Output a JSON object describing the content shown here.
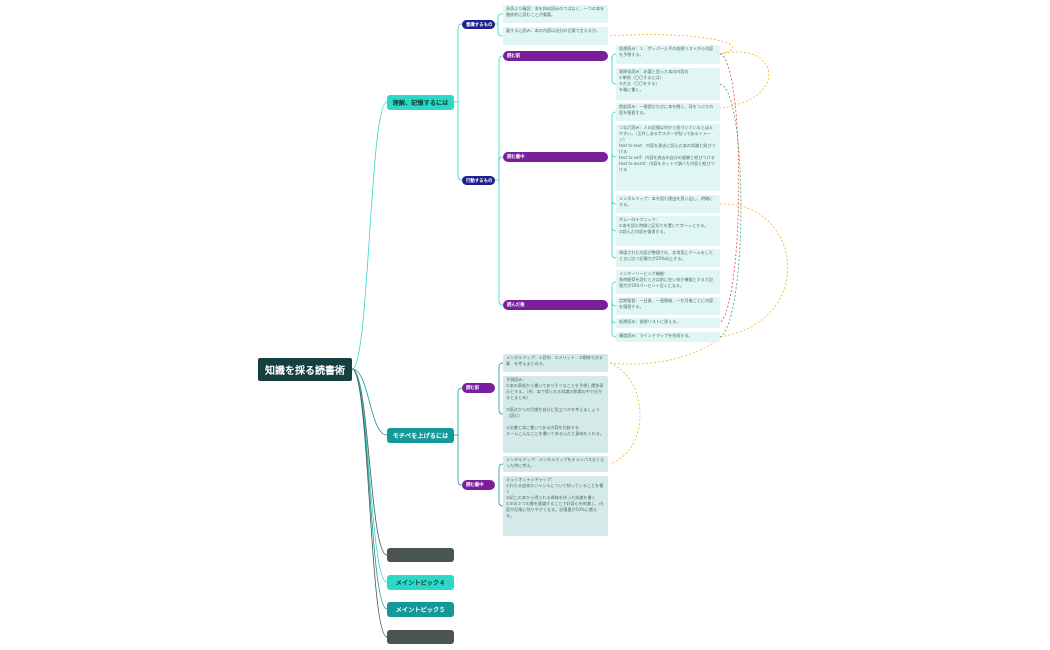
{
  "root": {
    "label": "知識を採る読書術"
  },
  "topics": {
    "understand": {
      "label": "理解、記憶するには"
    },
    "motivation": {
      "label": "モチベを上げるには"
    },
    "t3": {
      "label": ""
    },
    "t4": {
      "label": "メイントピック４"
    },
    "t5": {
      "label": "メイントピック５"
    },
    "t6": {
      "label": ""
    }
  },
  "subs": {
    "awareness": "意識するもの",
    "action": "行動するもの",
    "before1": "読む前",
    "during1": "読む最中",
    "after1": "読んだ後",
    "before2": "読む前",
    "during2": "読む最中"
  },
  "leaves": {
    "a1": "多読より精読：本を斜め読みのではなく、一つの本を徹底的に読むことが重要。",
    "a2": "要するに読み：本の内容は自分の言葉で言えるか。",
    "b1": "仮想読み：１．ポッパー入手の仮想リストから内容を予想する。",
    "b2": "質問化読み：必要と思った本の内容の\n①挙例（〇〇するには）\n②方法（〇〇をする）\nを軸に書く。",
    "b3": "提起読み：一冊読むたびに本を閉じ、耳をつぶり内容を復習する。",
    "b4": "つなげ読み：人の記憶は何かと紐づいているとほえやすい。（玉井しあるポスターが貼ってあるイメージ）\ntext to text：内容を過去に読んだ本の知識と紐びつける\ntext to self：内容を過去の自分の経験と紐びつける\ntext to world：内容をネットで調べた内容と紐びつける",
    "b5": "メンタルマップ：本を読む理由を思い出し、明確にする。",
    "b6": "ポムーロテクニック：\n①本を読む時間に区切りを置いてポーッとする。\n②読んだ内容を復習する。",
    "b7": "単誤された内容が整理され、非常実にゲームをしたときに比べ記憶力が20%向上する。",
    "b8": "インターリービング機能：\n各時間帯を読むときは前に在い何か機能とすると記憶力が200パーセント近くになる。",
    "b9": "定期復習：一日後、一週間後、一か月後ごとに内容を復習する。",
    "b10": "仮想読み：仮想リストに答える。",
    "b11": "構造読み：マインドマップを作成する。",
    "c1": "メンタルマップ：①目的　②メリット　③期待できる事　を考えまとめる。",
    "c2": "予測読み：\n①本の表紙から書いてありそうなことを予想し関係表示とする。（例：本で得られる知識の影響の中で分かるとまとめ）\n\n②筋次からの目標が自分に役立つかを考えましょう（読む）\n\n③文書と本に書いてある内容を比較する\nスームこんなことを書いてあるんだと意味をくれる。",
    "c3": "メンタルマップ：メンタルマップをキャンパスなくなった時に考え。",
    "c4": "キュリオシティギャップ：\n①わたる由本のジャンルについて知っていることを書く\n②初この本から得られる興味を持った知識を書く\n①②の２つの書を意識することで好奇心を刺激し、内容が記憶に残りやすくなる。記憶量が10%に増える。"
  },
  "colors": {
    "background": "#ffffff",
    "root": "#163f3f",
    "topic_cyan": "#2ed8c6",
    "topic_teal": "#14989a",
    "topic_dark": "#4a5452",
    "sub_navy": "#1f1f8e",
    "sub_purple": "#7a1f9c",
    "leaf": "#dff6f2",
    "relation_orange": "#f2b21b",
    "relation_red": "#e24a4a",
    "relation_green": "#3aa86a"
  }
}
